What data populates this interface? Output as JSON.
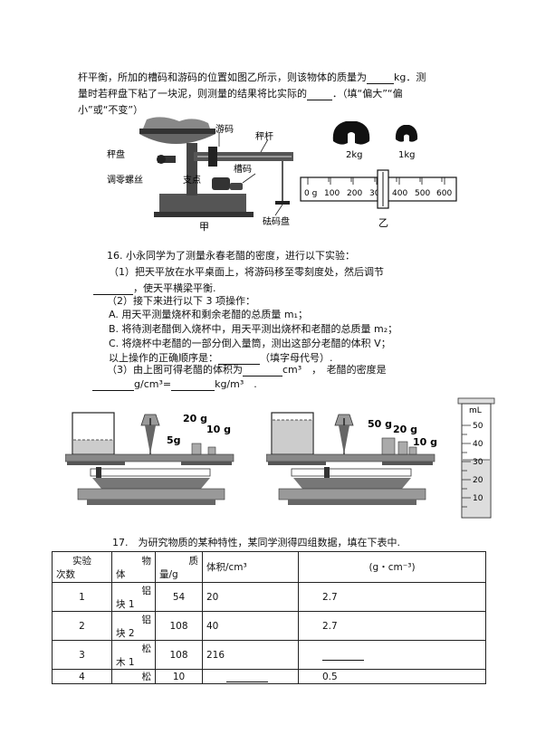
{
  "q15": {
    "line1_a": "杆平衡，所加的槽码和游码的位置如图乙所示，则该物体的质量为",
    "line1_unit": "kg．测",
    "line2_a": "量时若秤盘下粘了一块泥，则测量的结果将比实际的",
    "line2_b": "．（填“偏大”“偏",
    "line3": "小”或“不变”）"
  },
  "fig_jia": {
    "label_youma": "游码",
    "label_chenggan": "秤杆",
    "label_chengpan": "秤盘",
    "label_tiaoling": "调零螺丝",
    "label_zhidian": "支点",
    "label_caoma": "槽码",
    "label_mapan": "砝码盘",
    "caption": "甲"
  },
  "fig_yi": {
    "weight_big": "2kg",
    "weight_small": "1kg",
    "scale_ticks": [
      "0 g",
      "100",
      "200",
      "300",
      "400",
      "500",
      "600"
    ],
    "caption": "乙"
  },
  "q16": {
    "title": "16. 小永同学为了测量永春老醋的密度，进行以下实验：",
    "p1_a": "（1）把天平放在水平桌面上，将游码移至零刻度处，然后调节",
    "p1_b": "，使天平横梁平衡.",
    "p2": "（2）接下来进行以下 3 项操作：",
    "optA": "A. 用天平测量烧杯和剩余老醋的总质量 m₁；",
    "optB": "B. 将待测老醋倒入烧杯中，用天平测出烧杯和老醋的总质量 m₂；",
    "optC": "C. 将烧杯中老醋的一部分倒入量筒，测出这部分老醋的体积 V；",
    "order_a": "以上操作的正确顺序是：",
    "order_b": "（填字母代号）.",
    "p3_a": "（3）由上图可得老醋的体积为",
    "p3_b": "cm³　，　老醋的密度是",
    "p4_a": "g/cm³=",
    "p4_b": "kg/m³　."
  },
  "fig_balance1": {
    "w1": "20 g",
    "w2": "10 g",
    "w3": "5g"
  },
  "fig_balance2": {
    "w1": "50 g",
    "w2": "20 g",
    "w3": "10 g"
  },
  "cylinder": {
    "unit": "mL",
    "ticks": [
      "50",
      "40",
      "30",
      "20",
      "10"
    ]
  },
  "q17": {
    "title": "17.　为研究物质的某种特性，某同学测得四组数据，填在下表中."
  },
  "table": {
    "headers": {
      "col1_a": "实验",
      "col1_b": "次数",
      "col2_a": "物",
      "col2_b": "体",
      "col3_a": "质",
      "col3_b": "量/g",
      "col4": "体积/cm³",
      "col5": "(g・cm⁻³)"
    },
    "rows": [
      {
        "n": "1",
        "obj_a": "铝",
        "obj_b": "块 1",
        "mass": "54",
        "vol": "20",
        "density": "2.7"
      },
      {
        "n": "2",
        "obj_a": "铝",
        "obj_b": "块 2",
        "mass": "108",
        "vol": "40",
        "density": "2.7"
      },
      {
        "n": "3",
        "obj_a": "松",
        "obj_b": "木 1",
        "mass": "108",
        "vol": "216",
        "density": ""
      },
      {
        "n": "4",
        "obj_a": "松",
        "obj_b": "",
        "mass": "10",
        "vol": "",
        "density": "0.5"
      }
    ]
  }
}
